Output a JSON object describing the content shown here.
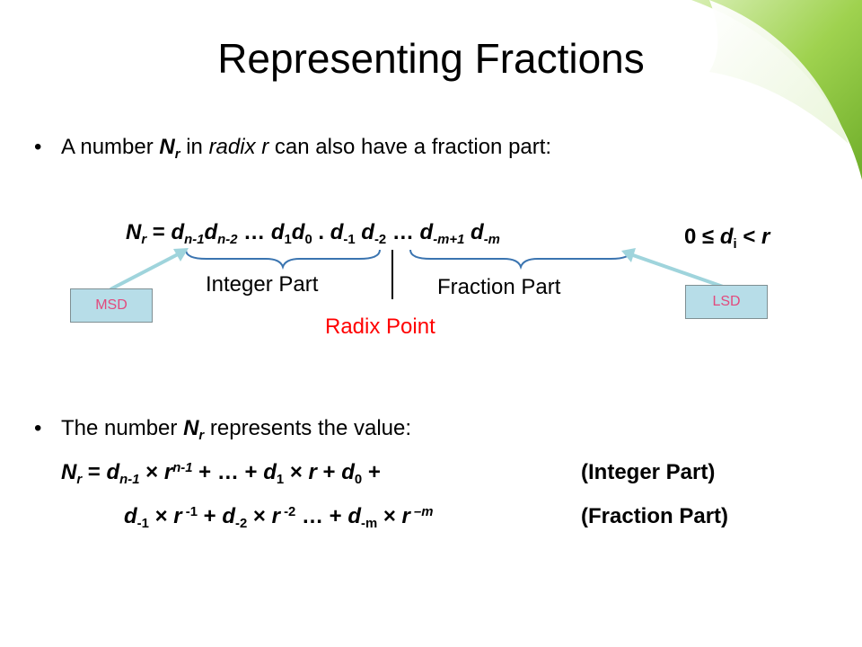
{
  "slide": {
    "title": "Representing Fractions",
    "bullets": [
      {
        "glyph": "•",
        "parts": [
          "A number ",
          "N",
          "r",
          " in ",
          "radix r",
          " can also have a fraction part:"
        ]
      },
      {
        "glyph": "•",
        "parts": [
          "The number ",
          "N",
          "r",
          " represents the value:"
        ]
      }
    ],
    "representation": {
      "lhs_var": "N",
      "lhs_sub": "r",
      "equals": " = ",
      "integer_digits": [
        {
          "d": "d",
          "s": "n-1"
        },
        {
          "d": "d",
          "s": "n-2"
        },
        {
          "d": " … "
        },
        {
          "d": "d",
          "s": "1"
        },
        {
          "d": "d",
          "s": "0"
        }
      ],
      "point": " . ",
      "fraction_digits": [
        {
          "d": "d",
          "s": "-1"
        },
        {
          "d": " d",
          "s": "-2"
        },
        {
          "d": " … "
        },
        {
          "d": "d",
          "s": "-m+1"
        },
        {
          "d": " d",
          "s": "-m"
        }
      ]
    },
    "constraint": {
      "left": "0 ≤ ",
      "var": "d",
      "sub": "i",
      "right": " < ",
      "r": "r"
    },
    "labels": {
      "integer_part": "Integer Part",
      "fraction_part": "Fraction Part",
      "radix_point": "Radix Point",
      "msd": "MSD",
      "lsd": "LSD"
    },
    "value_formula": {
      "line1": {
        "lhs": "N",
        "lhs_sub": "r",
        "eq": " = ",
        "t1_d": "d",
        "t1_s": "n-1",
        "t1_x": " × ",
        "t1_r": "r",
        "t1_p": "n-1",
        "plus_dots": " + … + ",
        "t2_d": "d",
        "t2_s": "1",
        "t2_x": " × ",
        "t2_r": "r",
        "plus": " + ",
        "t3_d": "d",
        "t3_s": "0",
        "tail": " +",
        "note": "(Integer Part)"
      },
      "line2": {
        "t1_d": "d",
        "t1_s": "-1",
        "t1_x": " × ",
        "t1_r": "r",
        "t1_p": " -1",
        "plus": " + ",
        "t2_d": "d",
        "t2_s": "-2",
        "t2_x": " × ",
        "t2_r": "r",
        "t2_p": " -2",
        "dots": " … + ",
        "t3_d": "d",
        "t3_s": "-m",
        "t3_x": " × ",
        "t3_r": "r",
        "t3_p": " –m",
        "note": "(Fraction Part)"
      }
    },
    "colors": {
      "accent_green": "#8cc63f",
      "radix_red": "#ff0000",
      "tag_fill": "#b7dde8",
      "arrow": "#9fd4dc"
    }
  }
}
